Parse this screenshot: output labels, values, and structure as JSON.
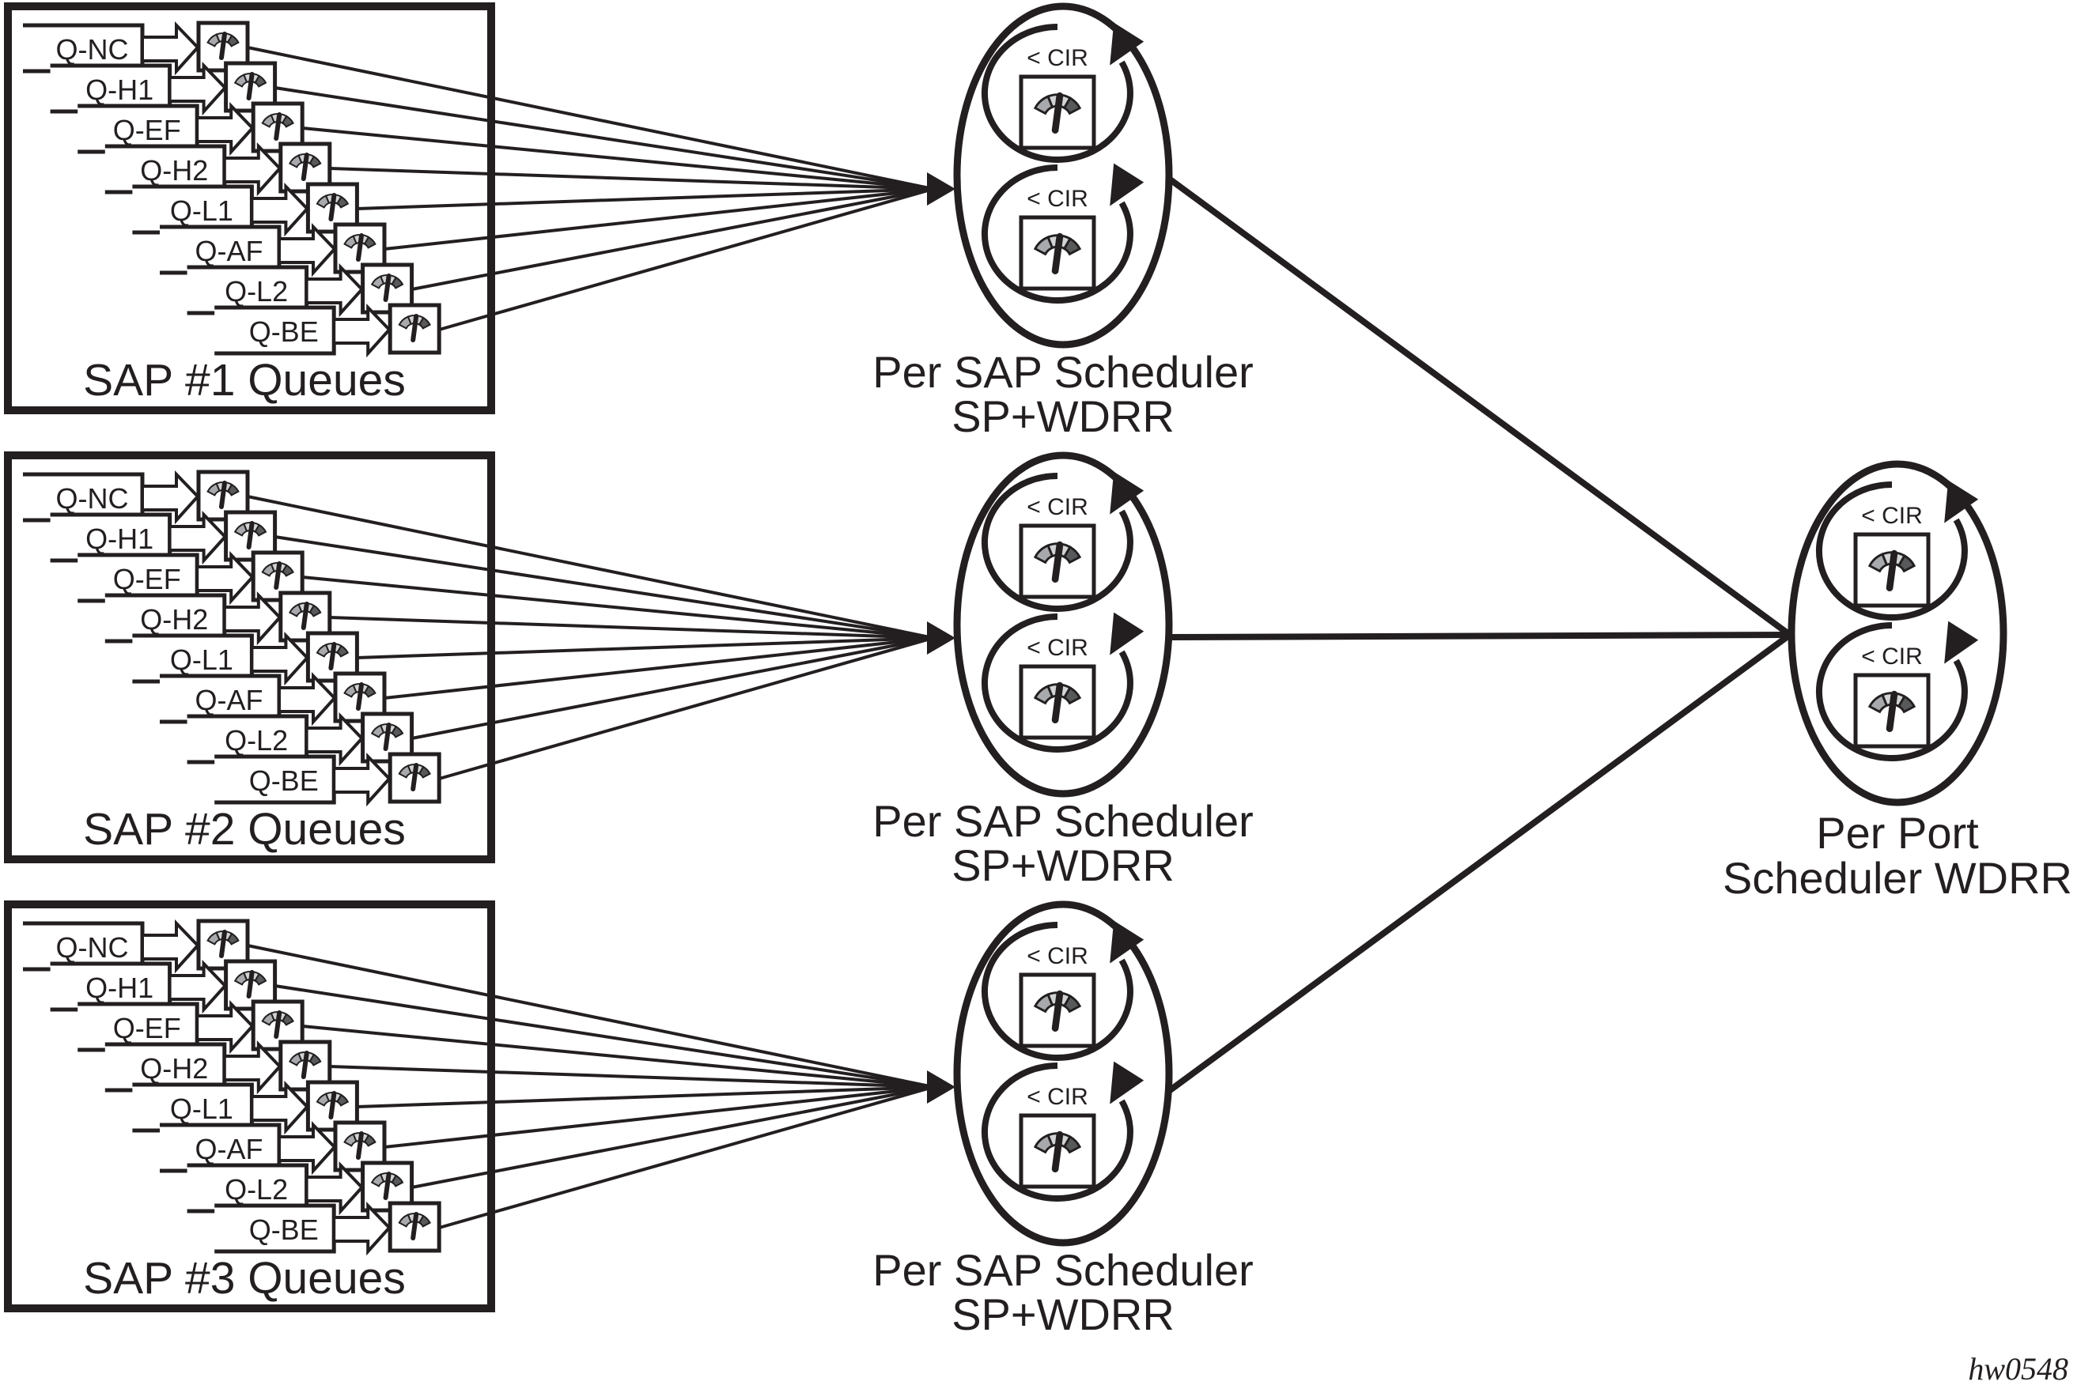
{
  "figure_id": "hw0548",
  "colors": {
    "ink": "#231f20",
    "gauge_left": "#a7a9ac",
    "gauge_mid": "#d1d3d4",
    "gauge_right": "#58595b",
    "background": "#ffffff"
  },
  "cir_label": "< CIR",
  "saps": [
    {
      "label": "SAP #1 Queues",
      "queues": [
        "Q-NC",
        "Q-H1",
        "Q-EF",
        "Q-H2",
        "Q-L1",
        "Q-AF",
        "Q-L2",
        "Q-BE"
      ],
      "scheduler": {
        "line1": "Per SAP Scheduler",
        "line2": "SP+WDRR"
      }
    },
    {
      "label": "SAP #2 Queues",
      "queues": [
        "Q-NC",
        "Q-H1",
        "Q-EF",
        "Q-H2",
        "Q-L1",
        "Q-AF",
        "Q-L2",
        "Q-BE"
      ],
      "scheduler": {
        "line1": "Per SAP Scheduler",
        "line2": "SP+WDRR"
      }
    },
    {
      "label": "SAP #3 Queues",
      "queues": [
        "Q-NC",
        "Q-H1",
        "Q-EF",
        "Q-H2",
        "Q-L1",
        "Q-AF",
        "Q-L2",
        "Q-BE"
      ],
      "scheduler": {
        "line1": "Per SAP Scheduler",
        "line2": "SP+WDRR"
      }
    }
  ],
  "port_scheduler": {
    "line1": "Per Port",
    "line2": "Scheduler WDRR"
  }
}
